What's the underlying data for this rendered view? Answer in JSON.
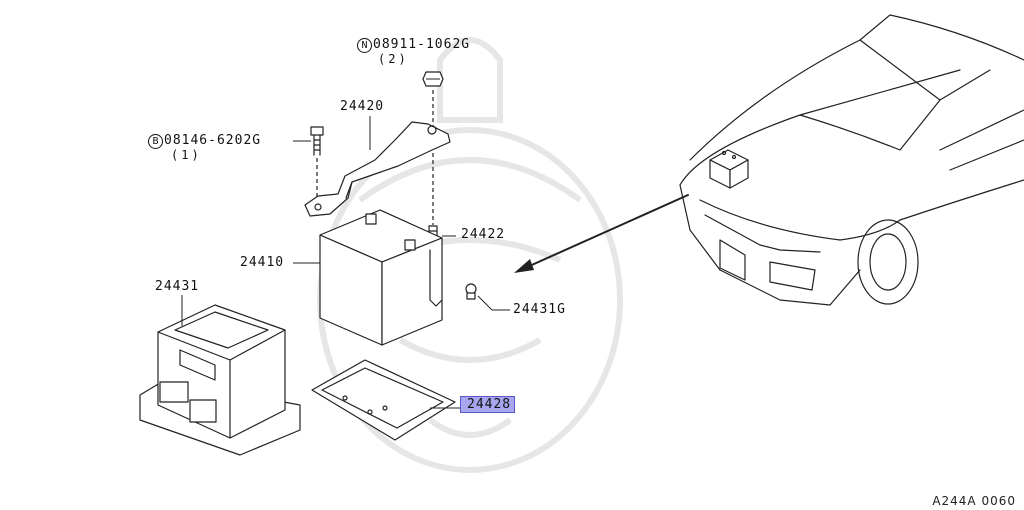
{
  "labels": {
    "bolt_n": {
      "prefix": "N",
      "part": "08911-1062G",
      "qty": "(2)"
    },
    "bolt_b": {
      "prefix": "B",
      "part": "08146-6202G",
      "qty": "(1)"
    },
    "p24420": "24420",
    "p24422": "24422",
    "p24410": "24410",
    "p24431": "24431",
    "p24431g": "24431G",
    "p24428": "24428"
  },
  "diagram_code": "A244A 0060",
  "colors": {
    "highlight": "#a9a6f0",
    "line": "#222222"
  }
}
